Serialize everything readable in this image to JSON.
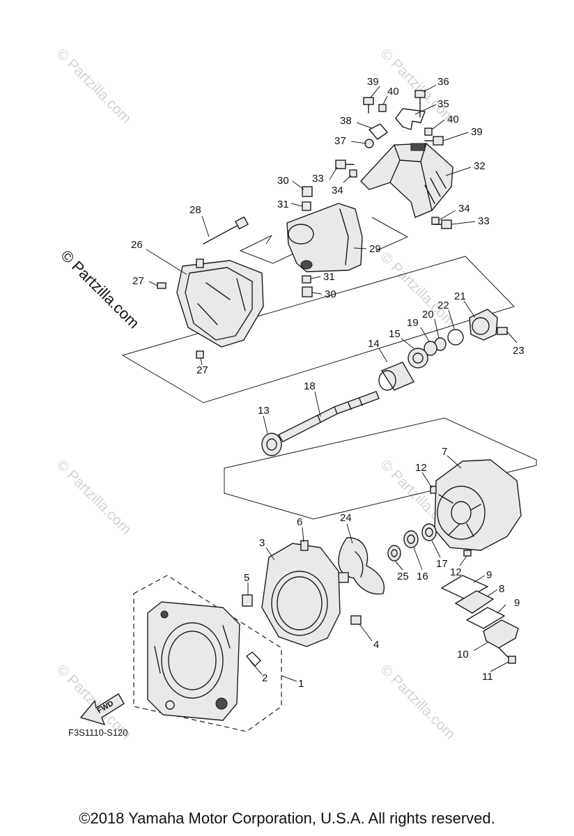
{
  "diagram": {
    "code": "F3S1110-S120",
    "copyright": "©2018  Yamaha Motor Corporation, U.S.A. All rights reserved.",
    "watermark": "© Partzilla.com",
    "fwd_label": "FWD",
    "callouts": {
      "c1": "1",
      "c2": "2",
      "c3": "3",
      "c4": "4",
      "c5": "5",
      "c6": "6",
      "c7": "7",
      "c8": "8",
      "c9a": "9",
      "c9b": "9",
      "c10": "10",
      "c11": "11",
      "c12a": "12",
      "c12b": "12",
      "c13": "13",
      "c14": "14",
      "c15": "15",
      "c16": "16",
      "c17": "17",
      "c18": "18",
      "c19": "19",
      "c20": "20",
      "c21": "21",
      "c22": "22",
      "c23": "23",
      "c24": "24",
      "c25": "25",
      "c26": "26",
      "c27a": "27",
      "c27b": "27",
      "c28": "28",
      "c29": "29",
      "c30a": "30",
      "c30b": "30",
      "c31a": "31",
      "c31b": "31",
      "c32": "32",
      "c33a": "33",
      "c33b": "33",
      "c34a": "34",
      "c34b": "34",
      "c35": "35",
      "c36": "36",
      "c37": "37",
      "c38": "38",
      "c39a": "39",
      "c39b": "39",
      "c40a": "40",
      "c40b": "40"
    }
  }
}
